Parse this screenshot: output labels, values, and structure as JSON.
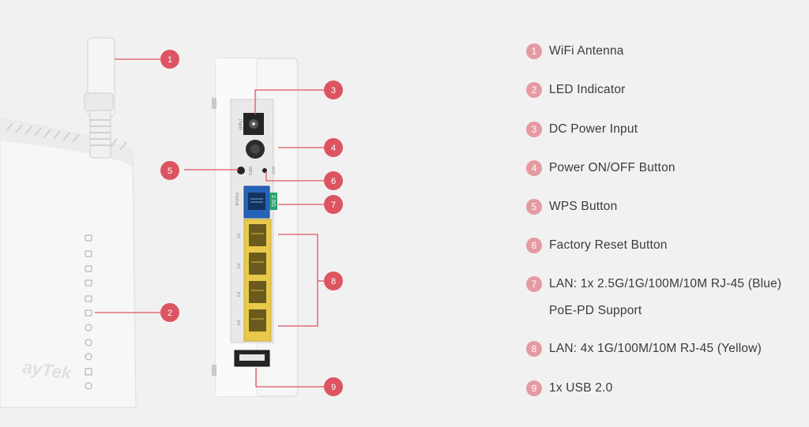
{
  "callouts": [
    {
      "num": "1",
      "label": "WiFi Antenna"
    },
    {
      "num": "2",
      "label": "LED Indicator"
    },
    {
      "num": "3",
      "label": "DC Power Input"
    },
    {
      "num": "4",
      "label": "Power ON/OFF Button"
    },
    {
      "num": "5",
      "label": "WPS Button"
    },
    {
      "num": "6",
      "label": "Factory Reset Button"
    },
    {
      "num": "7",
      "label": "LAN: 1x 2.5G/1G/100M/10M RJ-45 (Blue)",
      "label2": "PoE-PD Support"
    },
    {
      "num": "8",
      "label": "LAN: 4x 1G/100M/10M RJ-45 (Yellow)"
    },
    {
      "num": "9",
      "label": "1x USB 2.0"
    }
  ],
  "device": {
    "brand_text": "ayTek",
    "port_labels": {
      "pwr": "PWR",
      "wps": "WPS",
      "rst": "RST",
      "poe": "P0/PoE",
      "badge": "2.5G",
      "p1": "P1",
      "p2": "P2",
      "p3": "P3",
      "p4": "P4"
    }
  },
  "colors": {
    "callout": "#dd5461",
    "legend_num": "#e59aa2",
    "poe_port": "#2563b8",
    "lan_port": "#e8c94a",
    "badge": "#2a9e70"
  }
}
